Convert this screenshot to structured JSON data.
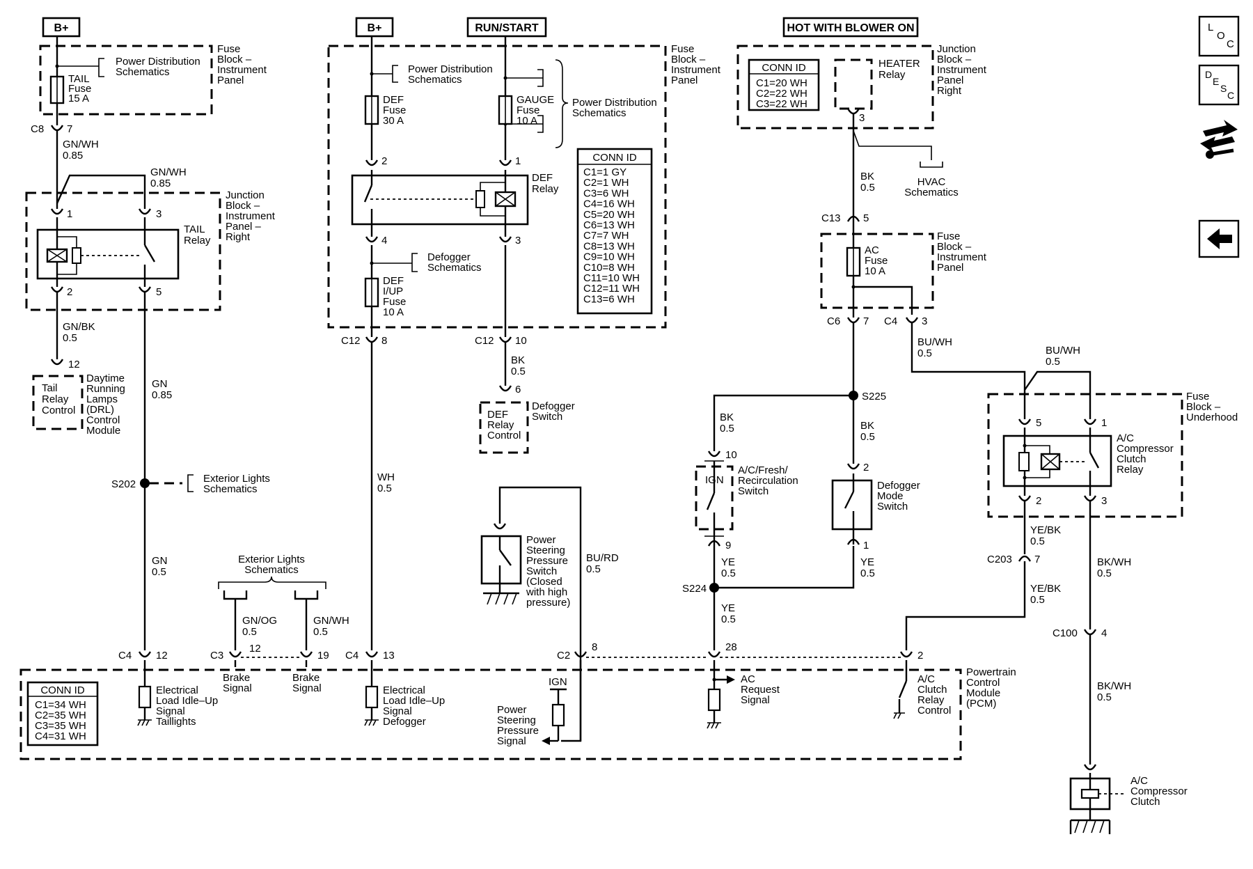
{
  "headers": {
    "b_plus_left": "B+",
    "b_plus_mid": "B+",
    "run_start": "RUN/START",
    "hot_blower": "HOT WITH BLOWER ON"
  },
  "side_buttons": [
    {
      "name": "loc",
      "glyph": "Lₒc"
    },
    {
      "name": "desc",
      "glyph": "DESC"
    },
    {
      "name": "swap",
      "icon": "swap-arrows-icon"
    },
    {
      "name": "back",
      "icon": "left-arrow-icon"
    }
  ],
  "fuse_block_ip": {
    "title": [
      "Fuse",
      "Block –",
      "Instrument",
      "Panel"
    ],
    "pds": [
      "Power Distribution",
      "Schematics"
    ],
    "tail_fuse": [
      "TAIL",
      "Fuse",
      "15 A"
    ]
  },
  "c8_7": {
    "conn": "C8",
    "pin": "7"
  },
  "wire_gnwh_a": [
    "GN/WH",
    "0.85"
  ],
  "wire_gnwh_b": [
    "GN/WH",
    "0.85"
  ],
  "jb_ipr_left": {
    "title": [
      "Junction",
      "Block –",
      "Instrument",
      "Panel –",
      "Right"
    ],
    "relay": [
      "TAIL",
      "Relay"
    ],
    "pins": [
      "1",
      "3",
      "2",
      "5"
    ]
  },
  "wire_gnbk": [
    "GN/BK",
    "0.5"
  ],
  "drl": {
    "pin": "12",
    "box": [
      "Tail",
      "Relay",
      "Control"
    ],
    "label": [
      "Daytime",
      "Running",
      "Lamps",
      "(DRL)",
      "Control",
      "Module"
    ]
  },
  "wire_gn_a": [
    "GN",
    "0.85"
  ],
  "s202": "S202",
  "ext_lights_a": [
    "Exterior Lights",
    "Schematics"
  ],
  "wire_gn_b": [
    "GN",
    "0.5"
  ],
  "ext_lights_b": [
    "Exterior Lights",
    "Schematics"
  ],
  "wire_gnog": [
    "GN/OG",
    "0.5"
  ],
  "wire_gnwh_c": [
    "GN/WH",
    "0.5"
  ],
  "fuse_block_ip_mid": {
    "title": [
      "Fuse",
      "Block –",
      "Instrument",
      "Panel"
    ],
    "pds_a": [
      "Power Distribution",
      "Schematics"
    ],
    "pds_b": [
      "Power Distribution",
      "Schematics"
    ],
    "def_fuse": [
      "DEF",
      "Fuse",
      "30 A"
    ],
    "gauge_fuse": [
      "GAUGE",
      "Fuse",
      "10 A"
    ],
    "def_relay": [
      "DEF",
      "Relay"
    ],
    "defogger": [
      "Defogger",
      "Schematics"
    ],
    "def_iup": [
      "DEF",
      "I/UP",
      "Fuse",
      "10 A"
    ],
    "pins": [
      "2",
      "1",
      "4",
      "3"
    ],
    "conn_title": "CONN ID",
    "conn_rows": [
      "C1=1 GY",
      "C2=1 WH",
      "C3=6 WH",
      "C4=16 WH",
      "C5=20 WH",
      "C6=13 WH",
      "C7=7 WH",
      "C8=13 WH",
      "C9=10 WH",
      "C10=8 WH",
      "C11=10 WH",
      "C12=11 WH",
      "C13=6 WH"
    ]
  },
  "c12_8": {
    "conn": "C12",
    "pin": "8"
  },
  "c12_10": {
    "conn": "C12",
    "pin": "10"
  },
  "wire_bk_def": [
    "BK",
    "0.5"
  ],
  "def_switch": {
    "pin": "6",
    "box": [
      "DEF",
      "Relay",
      "Control"
    ],
    "label": [
      "Defogger",
      "Switch"
    ]
  },
  "wire_wh": [
    "WH",
    "0.5"
  ],
  "ps_switch": [
    "Power",
    "Steering",
    "Pressure",
    "Switch",
    "(Closed",
    "with high",
    "pressure)"
  ],
  "wire_burd": [
    "BU/RD",
    "0.5"
  ],
  "jb_ipr_right": {
    "title": [
      "Junction",
      "Block –",
      "Instrument",
      "Panel",
      "Right"
    ],
    "conn_title": "CONN ID",
    "conn_rows": [
      "C1=20 WH",
      "C2=22 WH",
      "C3=22 WH"
    ],
    "relay": [
      "HEATER",
      "Relay"
    ],
    "pin": "3"
  },
  "hvac": [
    "HVAC",
    "Schematics"
  ],
  "wire_bk_a": [
    "BK",
    "0.5"
  ],
  "c13_5": {
    "conn": "C13",
    "pin": "5"
  },
  "fb_ip_right": {
    "title": [
      "Fuse",
      "Block –",
      "Instrument",
      "Panel"
    ],
    "fuse": [
      "AC",
      "Fuse",
      "10 A"
    ]
  },
  "c6_7": {
    "conn": "C6",
    "pin": "7"
  },
  "c4_3": {
    "conn": "C4",
    "pin": "3"
  },
  "wire_buwh_a": [
    "BU/WH",
    "0.5"
  ],
  "wire_buwh_b": [
    "BU/WH",
    "0.5"
  ],
  "s225": "S225",
  "wire_bk_b": [
    "BK",
    "0.5"
  ],
  "wire_bk_c": [
    "BK",
    "0.5"
  ],
  "acfr_switch": {
    "pins": [
      "10",
      "9"
    ],
    "ign": "IGN",
    "label": [
      "A/C/Fresh/",
      "Recirculation",
      "Switch"
    ]
  },
  "defog_mode": {
    "pins": [
      "2",
      "1"
    ],
    "label": [
      "Defogger",
      "Mode",
      "Switch"
    ]
  },
  "wire_ye_a": [
    "YE",
    "0.5"
  ],
  "wire_ye_b": [
    "YE",
    "0.5"
  ],
  "s224": "S224",
  "wire_ye_c": [
    "YE",
    "0.5"
  ],
  "fb_underhood": {
    "title": [
      "Fuse",
      "Block –",
      "Underhood"
    ],
    "relay": [
      "A/C",
      "Compressor",
      "Clutch",
      "Relay"
    ],
    "pins": [
      "5",
      "1",
      "2",
      "3"
    ]
  },
  "wire_yebk_a": [
    "YE/BK",
    "0.5"
  ],
  "c203_7": {
    "conn": "C203",
    "pin": "7"
  },
  "wire_yebk_b": [
    "YE/BK",
    "0.5"
  ],
  "wire_bkwh_a": [
    "BK/WH",
    "0.5"
  ],
  "c100_4": {
    "conn": "C100",
    "pin": "4"
  },
  "wire_bkwh_b": [
    "BK/WH",
    "0.5"
  ],
  "ac_clutch": [
    "A/C",
    "Compressor",
    "Clutch"
  ],
  "pcm": {
    "title": [
      "Powertrain",
      "Control",
      "Module",
      "(PCM)"
    ],
    "conn_title": "CONN ID",
    "conn_rows": [
      "C1=34 WH",
      "C2=35 WH",
      "C3=35 WH",
      "C4=31 WH"
    ],
    "c4_12": {
      "conn": "C4",
      "pin": "12"
    },
    "c3_12": {
      "conn": "C3",
      "pin": "12"
    },
    "c3_19": {
      "pin": "19"
    },
    "c4_13": {
      "conn": "C4",
      "pin": "13"
    },
    "c2_8": {
      "conn": "C2",
      "pin": "8"
    },
    "pin_28": "28",
    "pin_2": "2",
    "load_tail": [
      "Electrical",
      "Load Idle–Up",
      "Signal",
      "Taillights"
    ],
    "brake_a": [
      "Brake",
      "Signal"
    ],
    "brake_b": [
      "Brake",
      "Signal"
    ],
    "load_def": [
      "Electrical",
      "Load Idle–Up",
      "Signal",
      "Defogger"
    ],
    "ign": "IGN",
    "ps_signal": [
      "Power",
      "Steering",
      "Pressure",
      "Signal"
    ],
    "ac_request": [
      "AC",
      "Request",
      "Signal"
    ],
    "ac_clutch_ctrl": [
      "A/C",
      "Clutch",
      "Relay",
      "Control"
    ]
  }
}
